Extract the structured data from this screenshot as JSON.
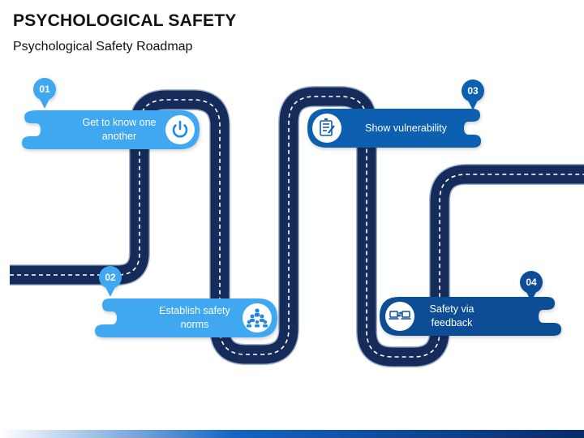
{
  "title": "PSYCHOLOGICAL SAFETY",
  "subtitle": "Psychological Safety Roadmap",
  "colors": {
    "road": "#152c5b",
    "light_blue": "#3fa7f1",
    "mid_blue": "#1e88e5",
    "dark_blue": "#0d5fb0",
    "navy_blue": "#0a4e96"
  },
  "steps": [
    {
      "number": "01",
      "label": "Get to know one\nanother",
      "icon": "power-icon"
    },
    {
      "number": "02",
      "label": "Establish safety\nnorms",
      "icon": "team-icon"
    },
    {
      "number": "03",
      "label": "Show vulnerability",
      "icon": "checklist-icon"
    },
    {
      "number": "04",
      "label": "Safety via\nfeedback",
      "icon": "feedback-laptops-icon"
    }
  ]
}
